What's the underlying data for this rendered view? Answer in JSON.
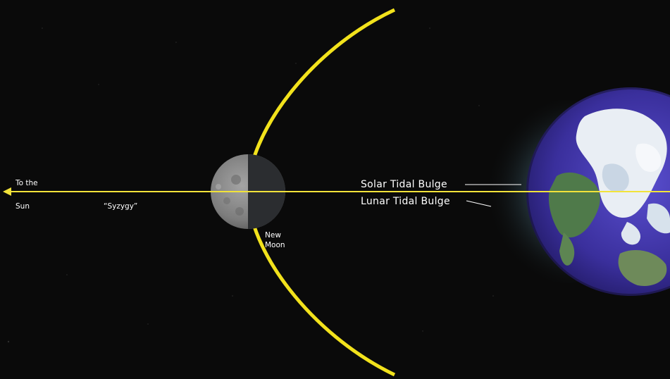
{
  "labels": {
    "to_the": "To the",
    "sun": "Sun",
    "syzygy": "“Syzygy”",
    "new": "New",
    "moon": "Moon",
    "solar_tidal_bulge": "Solar Tidal Bulge",
    "lunar_tidal_bulge": "Lunar Tidal Bulge"
  },
  "colors": {
    "space": "#0a0a0a",
    "orbit": "#f2e21c",
    "sun_line": "#f2e33a",
    "moon_lit": "#8b8b8b",
    "moon_dark": "#2b2d30",
    "ocean": "#3a2f9c",
    "ice": "#e9eef4",
    "land": "#4f7a4a",
    "bulge_halo": "#3f5a66",
    "label": "#ffffff"
  }
}
